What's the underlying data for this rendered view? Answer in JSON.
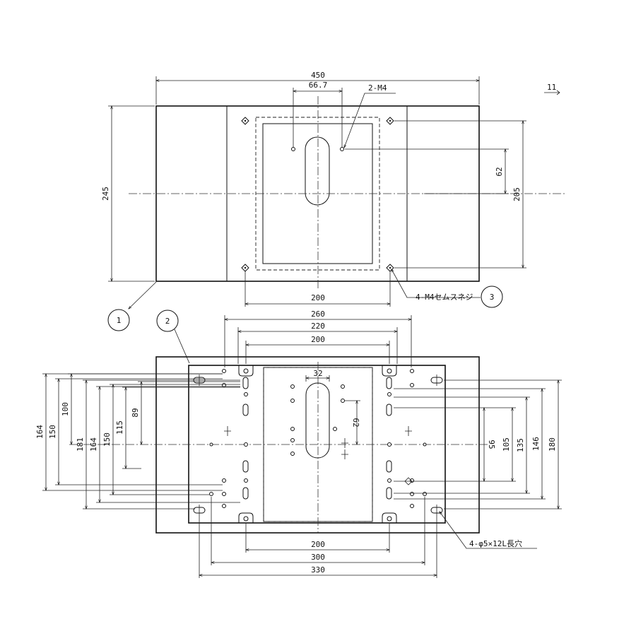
{
  "top_view": {
    "dimensions": {
      "overall_width": "450",
      "slot_offset": "66.7",
      "tapped_holes": "2-M4",
      "section_mark": "11",
      "overall_height": "245",
      "tapped_hole_pitch": "62",
      "mount_pitch_vertical": "205",
      "mount_pitch_horizontal": "200"
    },
    "callouts": {
      "screws": "4-M4セムスネジ"
    }
  },
  "bottom_view": {
    "dimensions": {
      "w260": "260",
      "w220": "220",
      "w200_top": "200",
      "w32": "32",
      "h62": "62",
      "h164_outer": "164",
      "h150_outer": "150",
      "h100": "100",
      "h181": "181",
      "h164_inner": "164",
      "h150_inner": "150",
      "h115": "115",
      "h89": "89",
      "h95": "95",
      "h105": "105",
      "h135": "135",
      "h146": "146",
      "h180": "180",
      "w200_bottom": "200",
      "w300": "300",
      "w330": "330"
    },
    "callouts": {
      "slots": "4-φ5×12L長穴"
    }
  },
  "balloons": [
    "1",
    "2",
    "3"
  ]
}
